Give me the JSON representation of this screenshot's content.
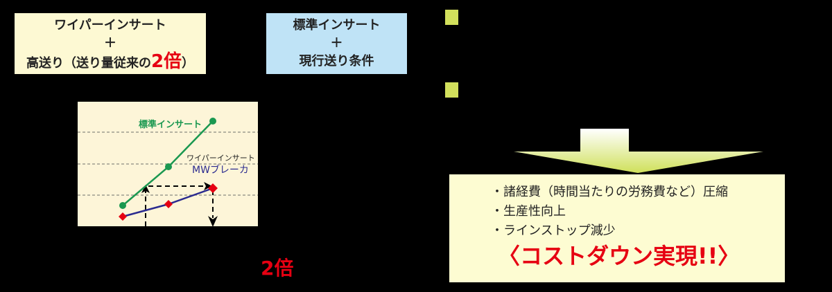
{
  "boxes": {
    "wiper": {
      "line1": "ワイパーインサート",
      "plus": "＋",
      "line3_prefix": "高送り（送り量従来の",
      "line3_emphasis": "2倍",
      "line3_suffix": "）"
    },
    "standard": {
      "line1": "標準インサート",
      "plus": "＋",
      "line3": "現行送り条件"
    }
  },
  "bullets": [
    {
      "color": "#d2e05c"
    },
    {
      "color": "#d2e05c"
    }
  ],
  "chart_data": {
    "type": "line",
    "title": "",
    "xlabel": "",
    "ylabel": "",
    "grid": true,
    "legend_position": "inline",
    "x": [
      1,
      2,
      3
    ],
    "series": [
      {
        "name": "標準インサート",
        "color": "#1a9850",
        "marker": "circle",
        "values": [
          1.2,
          2.8,
          4.4
        ]
      },
      {
        "name": "ワイパーインサート MWブレーカ",
        "color": "#2b2b8f",
        "marker": "diamond",
        "marker_color": "#e60012",
        "values": [
          0.8,
          1.4,
          2.2
        ]
      }
    ],
    "annotations": [
      {
        "type": "dashed-arrow-up",
        "x": 1.55,
        "to_y": 2.2
      },
      {
        "type": "dashed-arrow-right",
        "from_x": 1.55,
        "to_x": 3,
        "y": 2.2
      },
      {
        "type": "dashed-arrow-down",
        "x": 3,
        "from_y": 2.2
      }
    ]
  },
  "chart_labels": {
    "standard": "標準インサート",
    "wiper_line1": "ワイパーインサート",
    "wiper_line2": "MWブレーカ"
  },
  "feed_ratio_label": "2倍",
  "arrow": {
    "direction": "down",
    "gradient_top": "#ffffff",
    "gradient_bottom": "#cfe05a"
  },
  "result": {
    "items": [
      "・諸経費（時間当たりの労務費など）圧縮",
      "・生産性向上",
      "・ラインストップ減少"
    ],
    "headline": "〈コストダウン実現!!〉"
  }
}
